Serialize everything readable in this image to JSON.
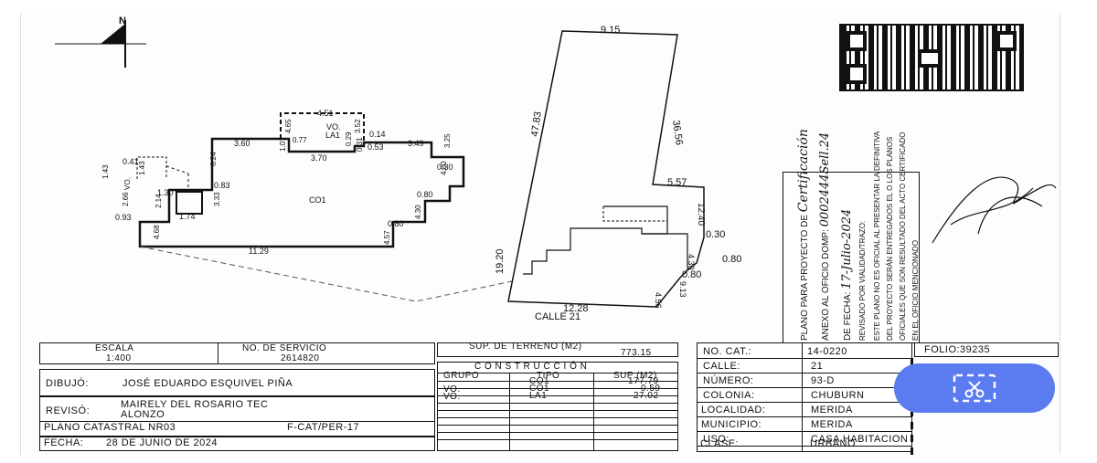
{
  "north": "N",
  "plan_labels": {
    "lot_top": "9.15",
    "lot_left": "47.83",
    "lot_right_upper": "36.56",
    "lot_step": "5.57",
    "lot_right_mid": "12.40",
    "lot_r1": "0.30",
    "lot_r2": "0.80",
    "lot_r3": "4.30",
    "lot_r4": "0.80",
    "lot_r5": "9.13",
    "lot_r6": "4.56",
    "lot_left_low": "19.20",
    "lot_bottom": "12.28",
    "street": "CALLE 21",
    "co1": "CO1",
    "vo": "VO.",
    "la1": "LA1",
    "d_451": "4.51",
    "d_465": "4.65",
    "d_352": "3.52",
    "d_014": "0.14",
    "d_360": "3.60",
    "d_077": "0.77",
    "d_107": "1.07",
    "d_370": "3.70",
    "d_031": "0.31",
    "d_053": "0.53",
    "d_349": "3.49",
    "d_029": "0.29",
    "d_325": "3.25",
    "d_030": "0.30",
    "d_480": "4.80",
    "d_080a": "0.80",
    "d_430": "4.30",
    "d_080b": "0.80",
    "d_457": "4.57",
    "d_624": "6.24",
    "d_083": "0.83",
    "d_333": "3.33",
    "d_1129": "11.29",
    "d_468": "4.68",
    "d_041": "0.41",
    "d_143a": "1.43",
    "d_143b": "1.43",
    "d_130": "1.30",
    "d_214": "2.14",
    "d_174": "1.74",
    "d_093": "0.93",
    "d_266": "2.66",
    "vo_small": "VO."
  },
  "stamp": {
    "line1": "PLANO PARA PROYECTO DE",
    "hand1": "Certificación",
    "line2": "ANEXO AL OFICIO DOMP:",
    "hand2": "0002444Sell.24",
    "line3": "DE FECHA:",
    "hand3": "17-Julio-2024",
    "line4": "REVISADO POR VIALIDAD/TRAZO:",
    "line5": "ESTE PLANO NO ES OFICIAL AL PRESENTAR LA DEFINITIVA",
    "line6": "DEL PROYECTO SERÁN ENTREGADOS EL O LOS PLANOS",
    "line7": "OFICIALES QUE SON RESULTADO DEL ACTO CERTIFICADO",
    "line8": "EN EL OFICIO MENCIONADO"
  },
  "info": {
    "escala_label": "ESCALA",
    "escala_value": "1:400",
    "servicio_label": "NO. DE SERVICIO",
    "servicio_value": "2614820",
    "dibujo_label": "DIBUJÓ:",
    "dibujo_value": "JOSÉ EDUARDO ESQUIVEL PIÑA",
    "reviso_label": "REVISÓ:",
    "reviso_value1": "MAIRELY DEL ROSARIO TEC",
    "reviso_value2": "ALONZO",
    "plano": "PLANO CATASTRAL NR03",
    "fcat": "F-CAT/PER-17",
    "fecha_label": "FECHA:",
    "fecha_value": "28 DE JUNIO DE 2024"
  },
  "construction": {
    "terreno_label": "SUP. DE TERRENO (M2)",
    "terreno_value": "773.15",
    "title": "C O N S T R U C C I Ó N",
    "headers": [
      "GRUPO",
      "TIPO",
      "SUP (M2)"
    ],
    "rows": [
      [
        "",
        "CO1",
        "177.79"
      ],
      [
        "VO.",
        "CO1",
        "0.59"
      ],
      [
        "VO.",
        "LA1",
        "27.02"
      ]
    ]
  },
  "location": {
    "nocat_label": "NO. CAT.:",
    "nocat_value": "14-0220",
    "folio": "FOLIO:39235",
    "calle_label": "CALLE:",
    "calle_value": "21",
    "numero_label": "NÚMERO:",
    "numero_value": "93-D",
    "colonia_label": "COLONIA:",
    "colonia_value": "CHUBURN",
    "localidad_label": "LOCALIDAD:",
    "localidad_value": "MERIDA",
    "municipio_label": "MUNICIPIO:",
    "municipio_value": "MERIDA",
    "uso_label": "USO:",
    "uso_value": "CASA HABITACION",
    "clase_label": "CLASE:",
    "clase_value": "URBANO"
  },
  "crop_icon": "crop-scissors-icon"
}
